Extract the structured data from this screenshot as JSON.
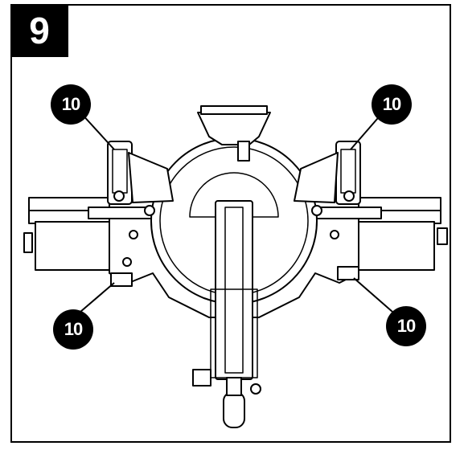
{
  "step": {
    "number": "9"
  },
  "callouts": [
    {
      "label": "10"
    },
    {
      "label": "10"
    },
    {
      "label": "10"
    },
    {
      "label": "10"
    }
  ],
  "colors": {
    "ink": "#000000",
    "paper": "#ffffff",
    "grey": "#d9d9d9"
  }
}
